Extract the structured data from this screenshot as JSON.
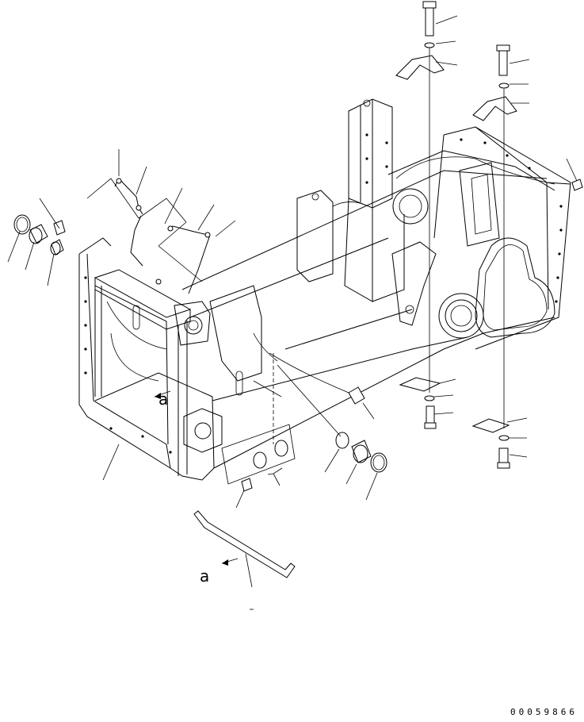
{
  "callouts": {
    "view_letter_a_frame": "a",
    "view_letter_a_tool": "a"
  },
  "footer": {
    "document_number": "00059866"
  },
  "colors": {
    "line": "#000000",
    "background": "#ffffff"
  }
}
